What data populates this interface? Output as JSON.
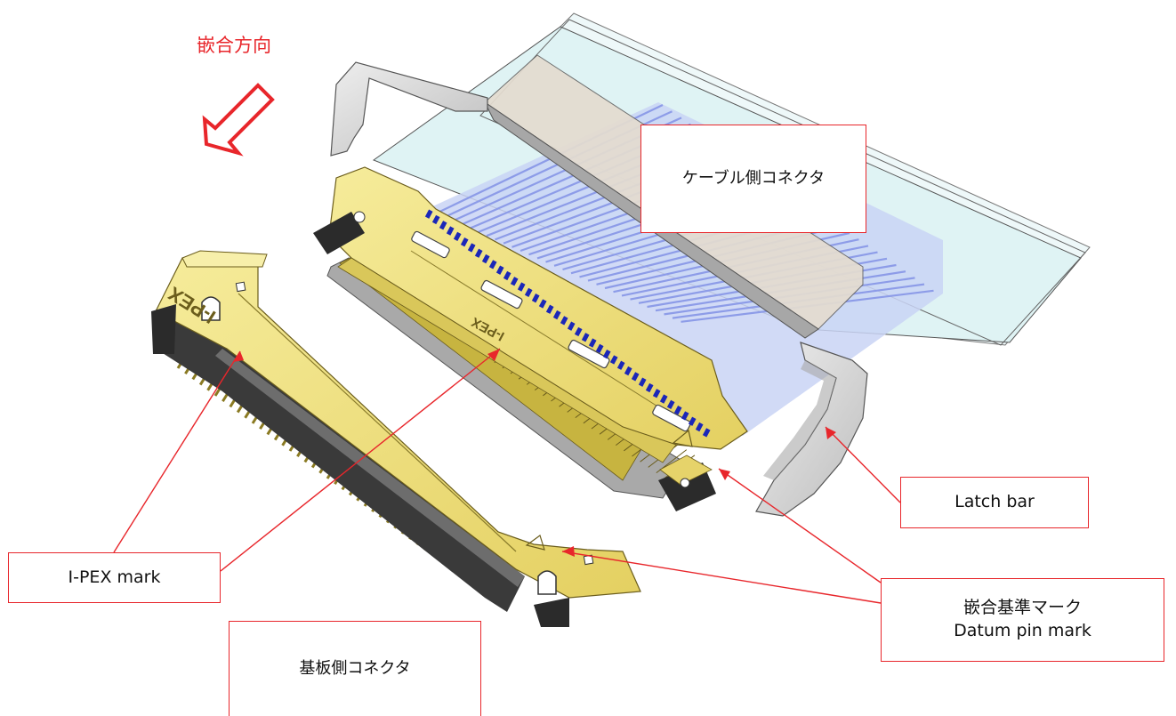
{
  "title": "嵌合方向",
  "labels": {
    "cable_connector": "ケーブル側コネクタ",
    "latch_bar": "Latch bar",
    "ipex_mark": "I-PEX mark",
    "datum_jp": "嵌合基準マーク",
    "datum_en": "Datum pin mark",
    "board_connector": "基板側コネクタ"
  },
  "part_marks": {
    "ipex_front": "I-PEX",
    "ipex_cable": "I-PEX"
  },
  "colors": {
    "callout": "#e8262b",
    "gold": "#efe07a",
    "gold_dark": "#c9b64a",
    "cable_film": "#dff3f4",
    "conductor": "#9aa7ea",
    "pin_blue": "#1b27b8",
    "latch": "#d7d7d7"
  }
}
